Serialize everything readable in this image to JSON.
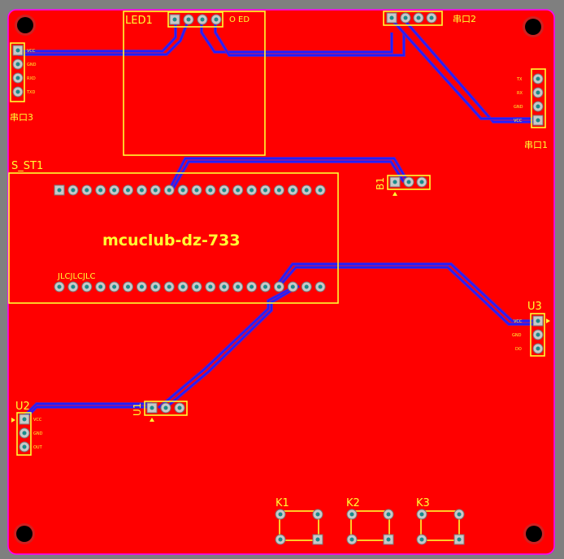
{
  "board": {
    "title": "mcuclub-dz-733",
    "jlc_marks": "JLCJLCJLC",
    "colors": {
      "background": "#7f7f7f",
      "copper": "#ff0000",
      "outline": "#ff00ff",
      "silk": "#ffff33",
      "trace": "#1f1fff",
      "pad": "#c8c8c8",
      "drill": "#1a8a8a"
    }
  },
  "components": {
    "led1": {
      "ref": "LED1",
      "side_text": "O  ED"
    },
    "uart2": {
      "ref": "串口2"
    },
    "uart3": {
      "ref": "串口3"
    },
    "uart1": {
      "ref": "串口1",
      "pins": [
        "TX",
        "RX",
        "GND",
        "VCC"
      ]
    },
    "module": {
      "ref": "S_ST1"
    },
    "b1": {
      "ref": "B1"
    },
    "u1": {
      "ref": "U1"
    },
    "u2": {
      "ref": "U2",
      "pins": [
        "VCC",
        "GND",
        "OUT"
      ]
    },
    "u3": {
      "ref": "U3",
      "pins": [
        "VCC",
        "GND",
        "DO"
      ]
    },
    "k1": {
      "ref": "K1"
    },
    "k2": {
      "ref": "K2"
    },
    "k3": {
      "ref": "K3"
    },
    "uart3_pins": [
      "VCC",
      "GND",
      "RXD",
      "TXD"
    ]
  }
}
